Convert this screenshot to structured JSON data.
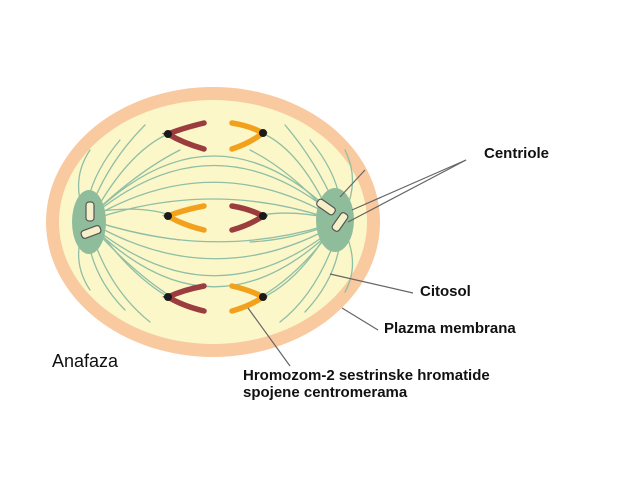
{
  "labels": {
    "centriole": "Centriole",
    "citosol": "Citosol",
    "plazma_membrana": "Plazma membrana",
    "anafaza": "Anafaza",
    "hromozom_line1": "Hromozom-2 sestrinske hromatide",
    "hromozom_line2": "spojene centromerama"
  },
  "colors": {
    "membrane": "#f9c9a0",
    "cytosol": "#fcf8cc",
    "spindle_fibers": "#8fbea6",
    "centrosome": "#8fbd9c",
    "chromatid_dark": "#9b3c3f",
    "chromatid_orange": "#f2a11d",
    "centromere": "#1a1a1a",
    "leader_lines": "#666666"
  }
}
